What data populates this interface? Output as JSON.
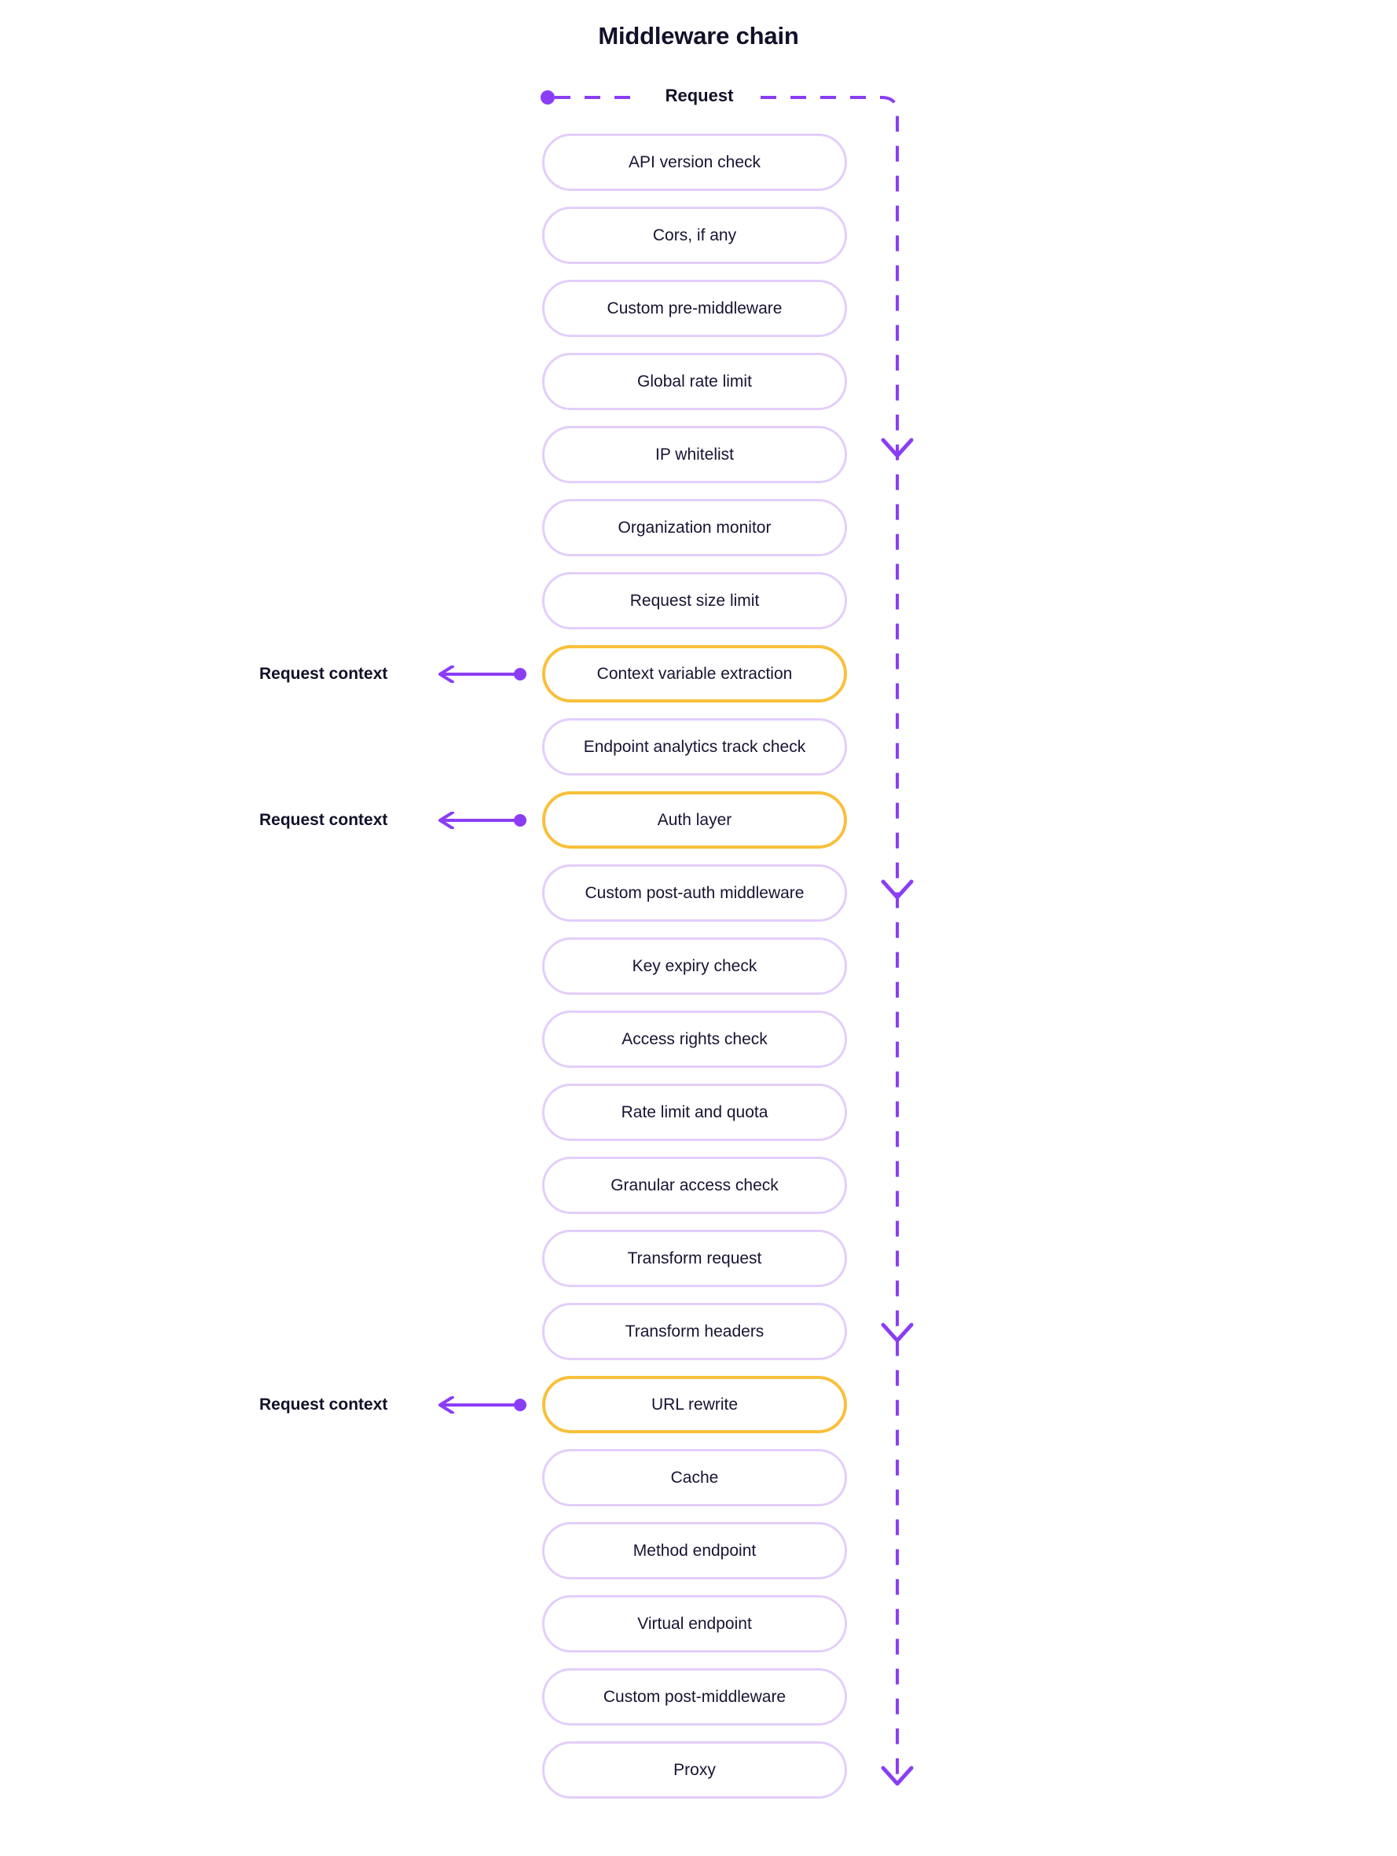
{
  "title": "Middleware chain",
  "colors": {
    "purple": "#8b3df5",
    "purple_border": "#e3cefb",
    "highlight": "#f9c03c",
    "text": "#171433",
    "background": "#ffffff"
  },
  "flow": {
    "request_label": "Request",
    "start_dot": "start-dot",
    "direction": "top-to-bottom",
    "arrowhead_count": 4
  },
  "steps": [
    {
      "label": "API version check",
      "highlighted": false
    },
    {
      "label": "Cors, if any",
      "highlighted": false
    },
    {
      "label": "Custom pre-middleware",
      "highlighted": false
    },
    {
      "label": "Global rate limit",
      "highlighted": false
    },
    {
      "label": "IP whitelist",
      "highlighted": false
    },
    {
      "label": "Organization monitor",
      "highlighted": false
    },
    {
      "label": "Request size limit",
      "highlighted": false
    },
    {
      "label": "Context variable extraction",
      "highlighted": true
    },
    {
      "label": "Endpoint analytics track check",
      "highlighted": false
    },
    {
      "label": "Auth layer",
      "highlighted": true
    },
    {
      "label": "Custom post-auth middleware",
      "highlighted": false
    },
    {
      "label": "Key expiry check",
      "highlighted": false
    },
    {
      "label": "Access rights check",
      "highlighted": false
    },
    {
      "label": "Rate limit and quota",
      "highlighted": false
    },
    {
      "label": "Granular access check",
      "highlighted": false
    },
    {
      "label": "Transform request",
      "highlighted": false
    },
    {
      "label": "Transform headers",
      "highlighted": false
    },
    {
      "label": "URL rewrite",
      "highlighted": true
    },
    {
      "label": "Cache",
      "highlighted": false
    },
    {
      "label": "Method endpoint",
      "highlighted": false
    },
    {
      "label": "Virtual endpoint",
      "highlighted": false
    },
    {
      "label": "Custom post-middleware",
      "highlighted": false
    },
    {
      "label": "Proxy",
      "highlighted": false
    }
  ],
  "annotations": [
    {
      "label": "Request context",
      "step_index": 7
    },
    {
      "label": "Request context",
      "step_index": 9
    },
    {
      "label": "Request context",
      "step_index": 17
    }
  ]
}
